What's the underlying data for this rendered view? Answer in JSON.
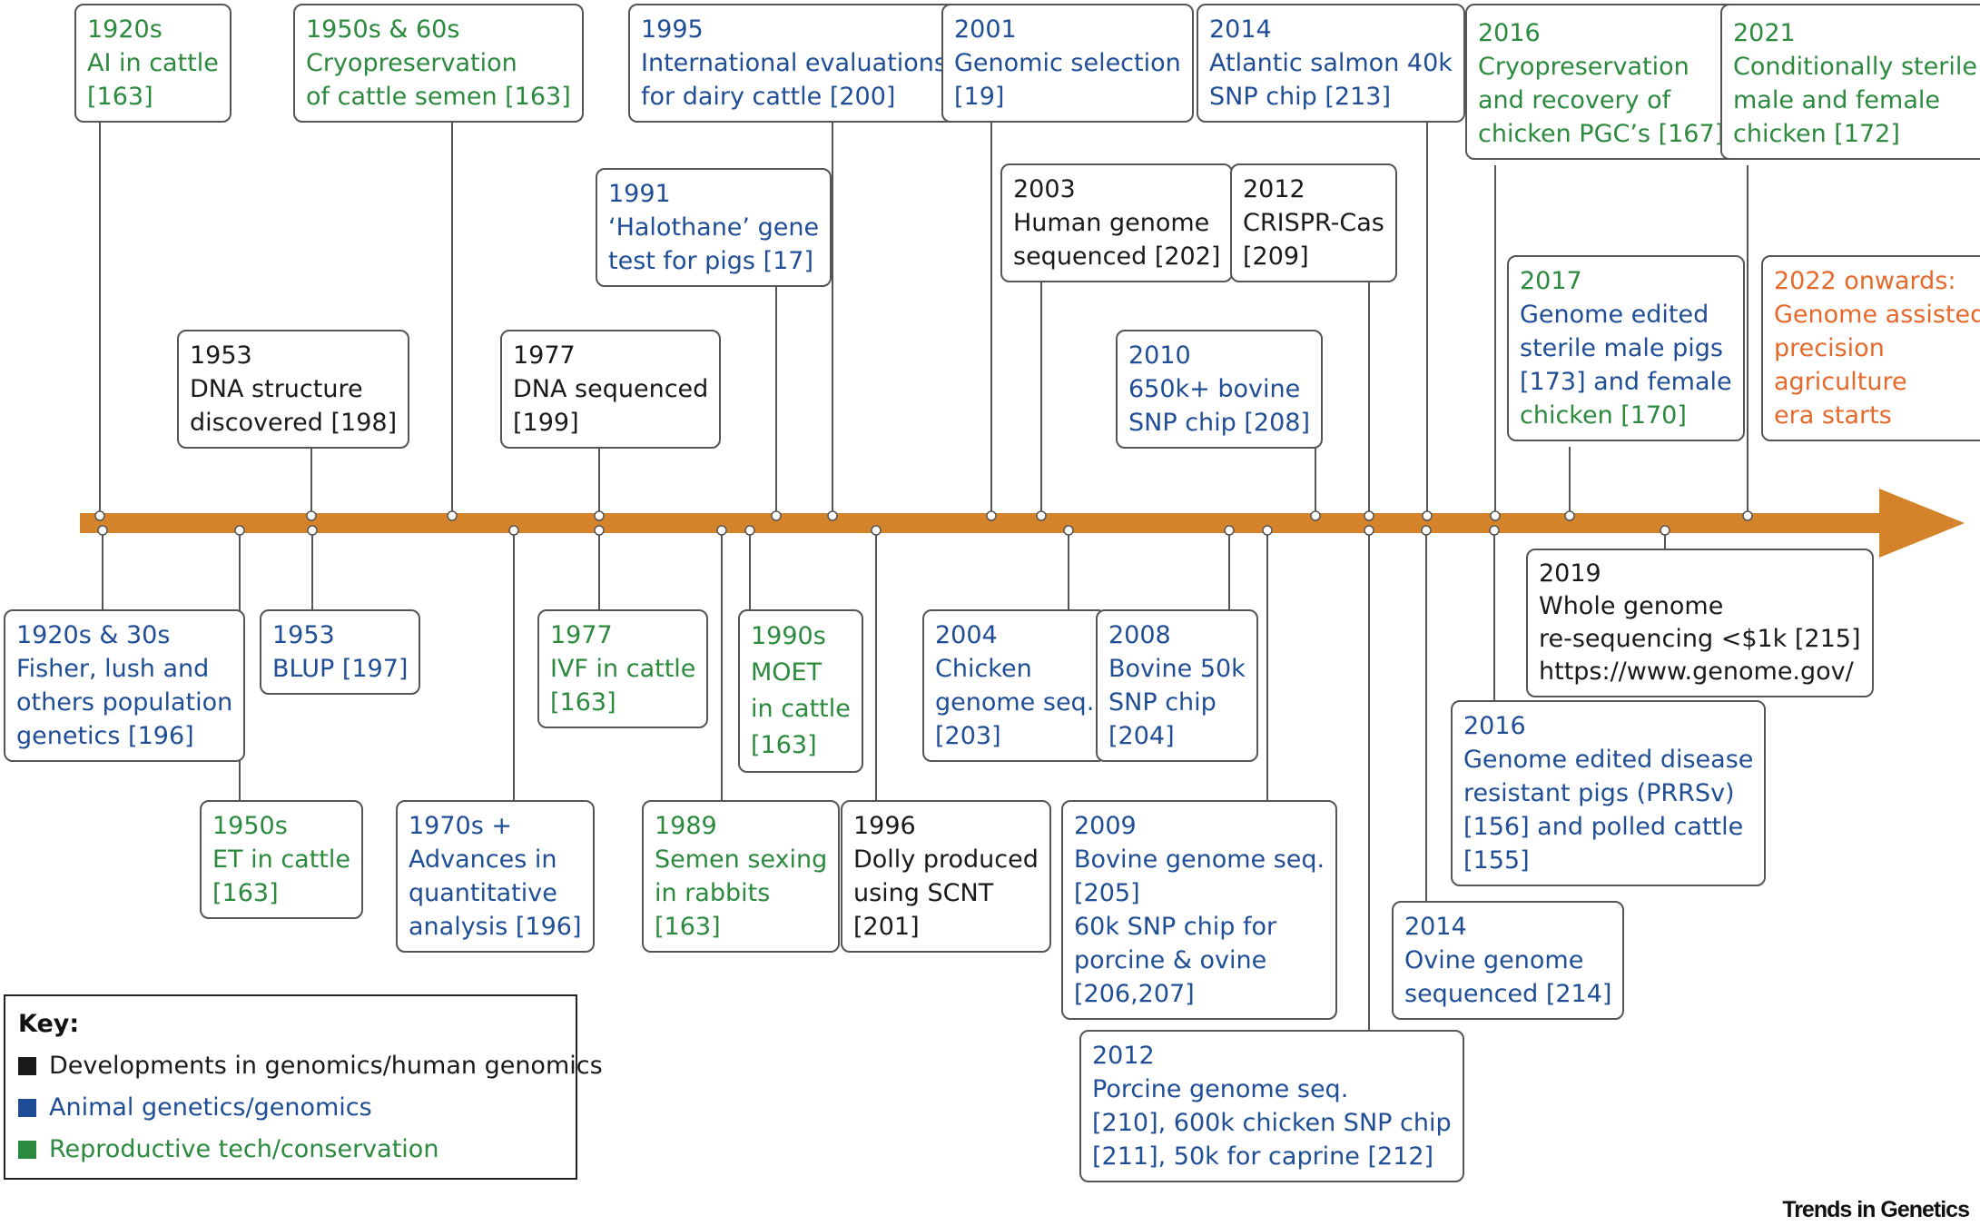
{
  "colors": {
    "timeline": "#d4832a",
    "connector": "#555555",
    "black": "#1a1a1a",
    "blue": "#1f4e96",
    "green": "#2b8a3e",
    "orange": "#e5692b"
  },
  "events_above": [
    {
      "id": "ai-cattle",
      "category": "reproductive",
      "lines": [
        "1920s",
        "AI in cattle",
        "[163]"
      ]
    },
    {
      "id": "cryopreservation-semen",
      "category": "reproductive",
      "lines": [
        "1950s & 60s",
        "Cryopreservation",
        "of cattle semen [163]"
      ]
    },
    {
      "id": "international-evaluations",
      "category": "animal",
      "lines": [
        "1995",
        "International evaluations",
        "for dairy cattle [200]"
      ]
    },
    {
      "id": "genomic-selection",
      "category": "animal",
      "lines": [
        "2001",
        "Genomic selection",
        "[19]"
      ]
    },
    {
      "id": "salmon-snp-chip",
      "category": "animal",
      "lines": [
        "2014",
        "Atlantic salmon 40k",
        "SNP chip [213]"
      ]
    },
    {
      "id": "chicken-pgc",
      "category": "reproductive",
      "lines": [
        "2016",
        "Cryopreservation",
        "and recovery of",
        "chicken PGC’s [167]"
      ]
    },
    {
      "id": "sterile-chicken",
      "category": "reproductive",
      "lines": [
        "2021",
        "Conditionally sterile",
        "male and female",
        "chicken [172]"
      ]
    },
    {
      "id": "halothane-gene",
      "category": "animal",
      "lines": [
        "1991",
        "‘Halothane’ gene",
        "test for pigs [17]"
      ]
    },
    {
      "id": "human-genome",
      "category": "genomics",
      "lines": [
        "2003",
        "Human genome",
        "sequenced [202]"
      ]
    },
    {
      "id": "crispr-cas",
      "category": "genomics",
      "lines": [
        "2012",
        "CRISPR-Cas",
        "[209]"
      ]
    },
    {
      "id": "dna-structure",
      "category": "genomics",
      "lines": [
        "1953",
        "DNA structure",
        "discovered [198]"
      ]
    },
    {
      "id": "dna-sequenced",
      "category": "genomics",
      "lines": [
        "1977",
        "DNA sequenced",
        "[199]"
      ]
    },
    {
      "id": "bovine-650k",
      "category": "animal",
      "lines": [
        "2010",
        "650k+ bovine",
        "SNP chip [208]"
      ]
    },
    {
      "id": "genome-edited-sterile",
      "category": "mixed",
      "lines": [
        "2017",
        "Genome edited",
        "sterile male pigs",
        "[173] and female",
        "chicken [170]"
      ]
    },
    {
      "id": "precision-agriculture",
      "category": "future",
      "lines": [
        "2022 onwards:",
        "Genome assisted",
        "precision",
        "agriculture",
        "era starts"
      ]
    }
  ],
  "events_below": [
    {
      "id": "population-genetics",
      "category": "animal",
      "lines": [
        "1920s & 30s",
        "Fisher, lush and",
        "others population",
        "genetics [196]"
      ]
    },
    {
      "id": "blup",
      "category": "animal",
      "lines": [
        "1953",
        "BLUP [197]"
      ]
    },
    {
      "id": "ivf-cattle",
      "category": "reproductive",
      "lines": [
        "1977",
        "IVF in cattle",
        "[163]"
      ]
    },
    {
      "id": "moet-cattle",
      "category": "reproductive",
      "lines": [
        "1990s",
        "MOET",
        "in cattle",
        "[163]"
      ]
    },
    {
      "id": "chicken-genome",
      "category": "animal",
      "lines": [
        "2004",
        "Chicken",
        "genome seq.",
        "[203]"
      ]
    },
    {
      "id": "bovine-50k",
      "category": "animal",
      "lines": [
        "2008",
        "Bovine 50k",
        "SNP chip",
        "[204]"
      ]
    },
    {
      "id": "whole-genome-resequencing",
      "category": "genomics",
      "lines": [
        "2019",
        "Whole genome",
        "re-sequencing <$1k [215]",
        "https://www.genome.gov/"
      ]
    },
    {
      "id": "et-cattle",
      "category": "reproductive",
      "lines": [
        "1950s",
        "ET in cattle",
        "[163]"
      ]
    },
    {
      "id": "quantitative-analysis",
      "category": "animal",
      "lines": [
        "1970s +",
        "Advances in",
        "quantitative",
        "analysis [196]"
      ]
    },
    {
      "id": "semen-sexing",
      "category": "reproductive",
      "lines": [
        "1989",
        "Semen sexing",
        "in rabbits",
        "[163]"
      ]
    },
    {
      "id": "dolly",
      "category": "genomics",
      "lines": [
        "1996",
        "Dolly produced",
        "using SCNT",
        "[201]"
      ]
    },
    {
      "id": "bovine-genome",
      "category": "animal",
      "lines": [
        "2009",
        "Bovine genome seq.",
        "[205]",
        "60k SNP chip for",
        "porcine & ovine",
        "[206,207]"
      ]
    },
    {
      "id": "disease-resistant-pigs",
      "category": "animal",
      "lines": [
        "2016",
        "Genome edited disease",
        "resistant pigs (PRRSv)",
        "[156] and polled cattle",
        "[155]"
      ]
    },
    {
      "id": "ovine-genome",
      "category": "animal",
      "lines": [
        "2014",
        "Ovine genome",
        "sequenced [214]"
      ]
    },
    {
      "id": "porcine-genome",
      "category": "animal",
      "lines": [
        "2012",
        "Porcine genome seq.",
        "[210], 600k chicken SNP chip",
        "[211], 50k for caprine [212]"
      ]
    }
  ],
  "key": {
    "title": "Key:",
    "items": [
      {
        "label": "Developments in genomics/human genomics",
        "color": "#1a1a1a"
      },
      {
        "label": "Animal genetics/genomics",
        "color": "#1f4e96"
      },
      {
        "label": "Reproductive tech/conservation",
        "color": "#2b8a3e"
      }
    ]
  },
  "footer": "Trends in Genetics"
}
